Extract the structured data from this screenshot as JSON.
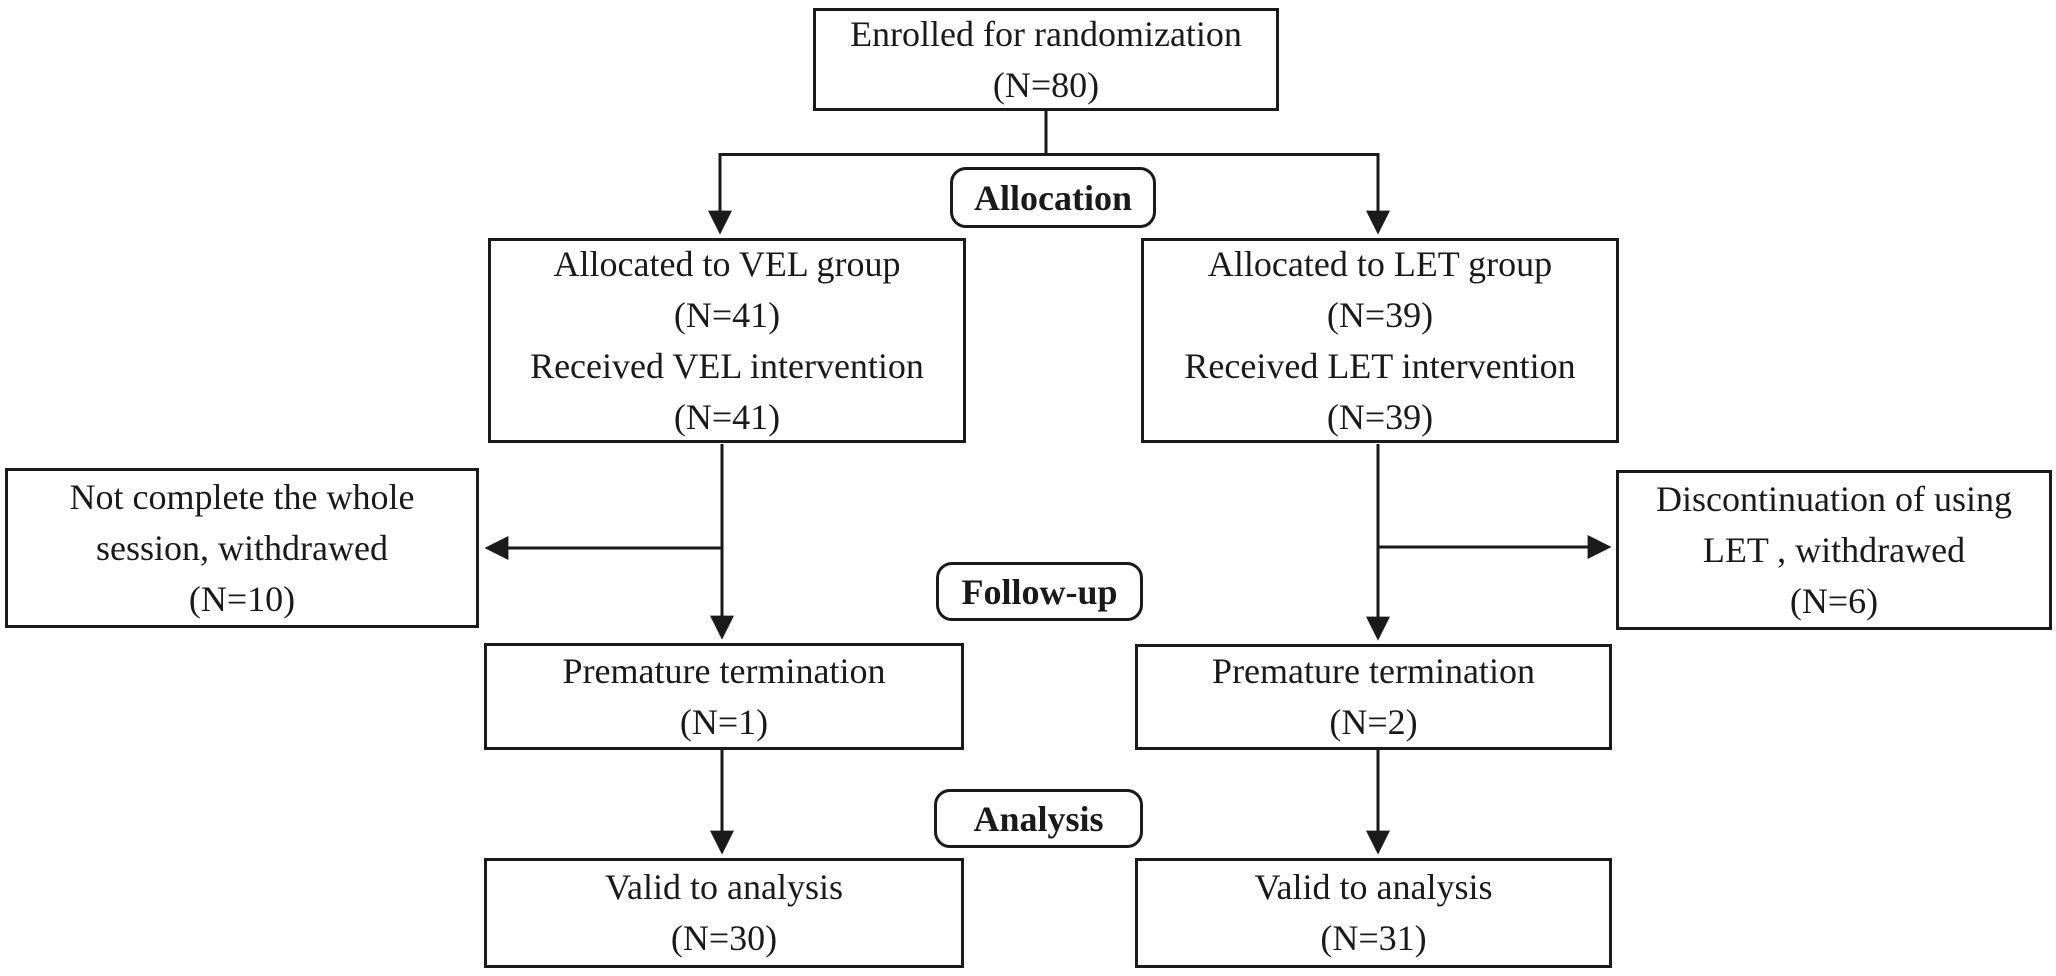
{
  "diagram": {
    "type": "consort-flowchart",
    "colors": {
      "background": "#ffffff",
      "line": "#1a1a1a",
      "text": "#1a1a1a"
    },
    "stages": [
      "Allocation",
      "Follow-up",
      "Analysis"
    ],
    "nodes": {
      "enrolled": {
        "lines": [
          "Enrolled for randomization",
          "(N=80)"
        ]
      },
      "vel_alloc": {
        "lines": [
          "Allocated to VEL group",
          "(N=41)",
          "Received VEL intervention",
          "(N=41)"
        ]
      },
      "let_alloc": {
        "lines": [
          "Allocated to LET group",
          "(N=39)",
          "Received LET intervention",
          "(N=39)"
        ]
      },
      "vel_withdraw": {
        "lines": [
          "Not complete the whole",
          "session, withdrawed",
          "(N=10)"
        ]
      },
      "let_withdraw": {
        "lines": [
          "Discontinuation of using",
          "LET , withdrawed",
          "(N=6)"
        ]
      },
      "vel_premature": {
        "lines": [
          "Premature termination",
          "(N=1)"
        ]
      },
      "let_premature": {
        "lines": [
          "Premature termination",
          "(N=2)"
        ]
      },
      "vel_valid": {
        "lines": [
          "Valid to analysis",
          "(N=30)"
        ]
      },
      "let_valid": {
        "lines": [
          "Valid to analysis",
          "(N=31)"
        ]
      }
    },
    "edges": [
      {
        "from": "enrolled",
        "to": "vel_alloc"
      },
      {
        "from": "enrolled",
        "to": "let_alloc"
      },
      {
        "from": "vel_alloc",
        "to": "vel_withdraw"
      },
      {
        "from": "vel_alloc",
        "to": "vel_premature"
      },
      {
        "from": "let_alloc",
        "to": "let_withdraw"
      },
      {
        "from": "let_alloc",
        "to": "let_premature"
      },
      {
        "from": "vel_premature",
        "to": "vel_valid"
      },
      {
        "from": "let_premature",
        "to": "let_valid"
      }
    ]
  }
}
